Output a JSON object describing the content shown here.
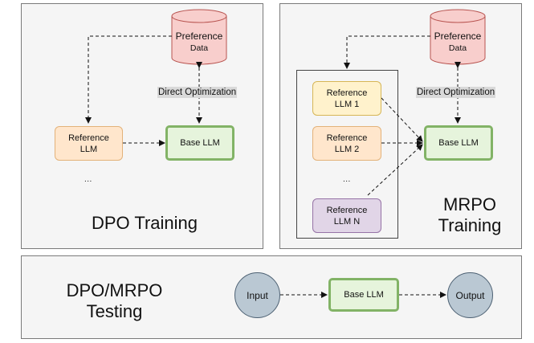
{
  "dpo_training": {
    "title": "DPO Training",
    "preference": {
      "line1": "Preference",
      "line2": "Data"
    },
    "edge_label": "Direct Optimization",
    "reference": "Reference\nLLM",
    "base": "Base LLM",
    "ellipsis": "..."
  },
  "mrpo_training": {
    "title": "MRPO\nTraining",
    "preference": {
      "line1": "Preference",
      "line2": "Data"
    },
    "edge_label": "Direct Optimization",
    "references": [
      "Reference\nLLM 1",
      "Reference\nLLM 2",
      "Reference\nLLM N"
    ],
    "ellipsis": "...",
    "base": "Base LLM"
  },
  "testing": {
    "title": "DPO/MRPO\nTesting",
    "input": "Input",
    "base": "Base LLM",
    "output": "Output"
  },
  "colors": {
    "cylinder_fill": "#f8cecc",
    "cylinder_stroke": "#b85450",
    "base_border": "#82b366",
    "reference_fill": "#ffe6cc"
  }
}
